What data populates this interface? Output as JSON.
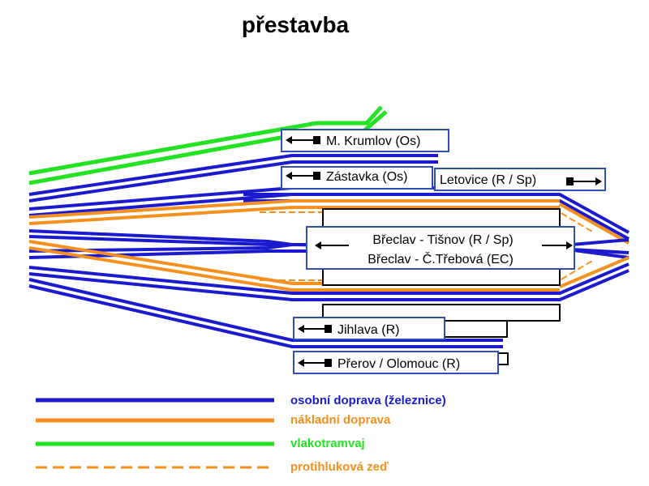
{
  "title": "přestavba",
  "colors": {
    "passenger": "#1a1acf",
    "freight": "#f5901e",
    "tram": "#22e222",
    "noise_wall": "#f5901e",
    "platform": "#000000",
    "label_border": "#2f4fb8"
  },
  "labels": {
    "krumlov": "M. Krumlov (Os)",
    "zastavka": "Zástavka (Os)",
    "letovice": "Letovice (R / Sp)",
    "brno_tisnov": "Břeclav - Tišnov (R / Sp)",
    "brno_trebova": "Břeclav - Č.Třebová (EC)",
    "jihlava": "Jihlava (R)",
    "prerov": "Přerov / Olomouc (R)"
  },
  "legend": {
    "passenger": "osobní doprava (železnice)",
    "freight": "nákladní doprava",
    "tram": "vlakotramvaj",
    "noise_wall": "protihluková zeď"
  }
}
